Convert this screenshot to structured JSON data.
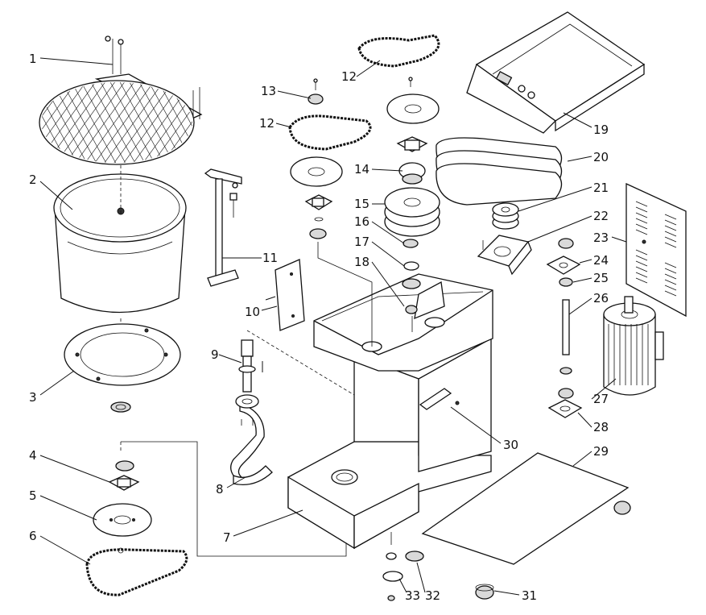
{
  "callouts": [
    {
      "id": "1",
      "text": "1"
    },
    {
      "id": "2",
      "text": "2"
    },
    {
      "id": "3",
      "text": "3"
    },
    {
      "id": "4",
      "text": "4"
    },
    {
      "id": "5",
      "text": "5"
    },
    {
      "id": "6",
      "text": "6"
    },
    {
      "id": "7",
      "text": "7"
    },
    {
      "id": "8",
      "text": "8"
    },
    {
      "id": "9",
      "text": "9"
    },
    {
      "id": "10",
      "text": "10"
    },
    {
      "id": "11",
      "text": "11"
    },
    {
      "id": "12a",
      "text": "12"
    },
    {
      "id": "12b",
      "text": "12"
    },
    {
      "id": "13",
      "text": "13"
    },
    {
      "id": "14",
      "text": "14"
    },
    {
      "id": "15",
      "text": "15"
    },
    {
      "id": "16",
      "text": "16"
    },
    {
      "id": "17",
      "text": "17"
    },
    {
      "id": "18",
      "text": "18"
    },
    {
      "id": "19",
      "text": "19"
    },
    {
      "id": "20",
      "text": "20"
    },
    {
      "id": "21",
      "text": "21"
    },
    {
      "id": "22",
      "text": "22"
    },
    {
      "id": "23",
      "text": "23"
    },
    {
      "id": "24",
      "text": "24"
    },
    {
      "id": "25",
      "text": "25"
    },
    {
      "id": "26",
      "text": "26"
    },
    {
      "id": "27",
      "text": "27"
    },
    {
      "id": "28",
      "text": "28"
    },
    {
      "id": "29",
      "text": "29"
    },
    {
      "id": "30",
      "text": "30"
    },
    {
      "id": "31",
      "text": "31"
    },
    {
      "id": "32",
      "text": "32"
    },
    {
      "id": "33",
      "text": "33"
    }
  ]
}
